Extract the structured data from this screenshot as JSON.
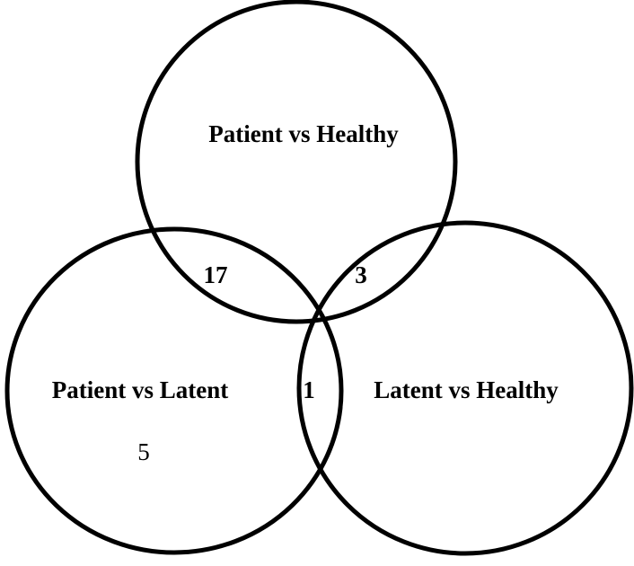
{
  "sets": {
    "patient_vs_healthy": "Patient vs Healthy",
    "patient_vs_latent": "Patient vs Latent",
    "latent_vs_healthy": "Latent vs Healthy"
  },
  "counts": {
    "patient_healthy_and_patient_latent": "17",
    "patient_healthy_and_latent_healthy": "3",
    "patient_latent_and_latent_healthy": "1",
    "patient_latent_only": "5"
  },
  "colors": {
    "stroke": "#000000",
    "background": "#ffffff"
  }
}
